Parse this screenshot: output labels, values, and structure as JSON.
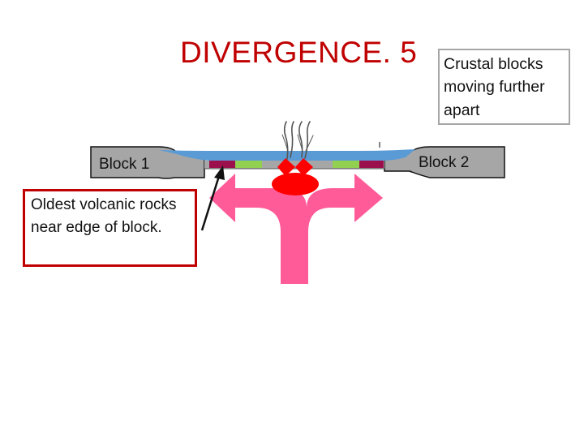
{
  "slide": {
    "title": "DIVERGENCE. 5"
  },
  "labels": {
    "block_1": "Block 1",
    "block_2": "Block 2"
  },
  "callouts": {
    "right": "Crustal blocks moving further apart",
    "left": "Oldest volcanic rocks near edge of block."
  },
  "colors": {
    "title": "#c00000",
    "crustal_block": "#a6a6a6",
    "water": "#5b9bd5",
    "magma_arrow": "#ff5b99",
    "magma_chamber": "#ff0000",
    "oldest_rock": "#9b0f4d",
    "middle_rock": "#92d050",
    "left_callout_border": "#c00000"
  },
  "icons": [
    "volcanic-plume-icon",
    "pointer-arrow-icon",
    "diverging-arrow-icon"
  ]
}
